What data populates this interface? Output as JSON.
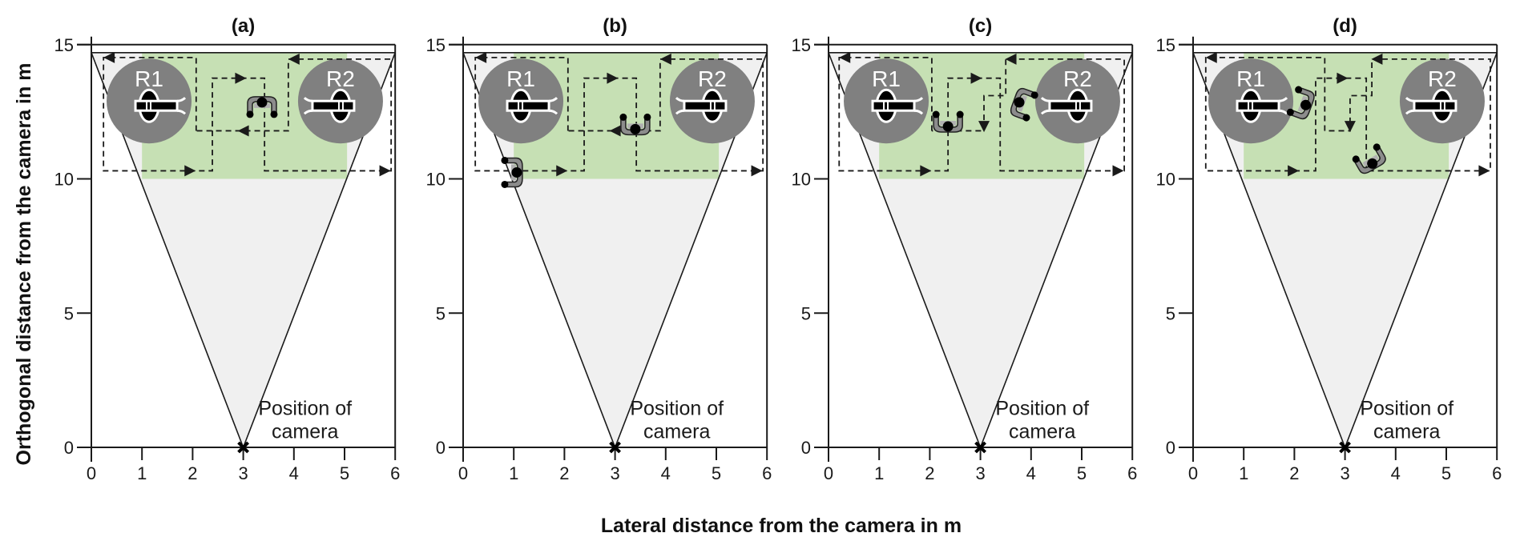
{
  "figure": {
    "xlabel": "Lateral distance from the camera in m",
    "ylabel": "Orthogonal distance from the camera in m",
    "colors": {
      "monitored_area": "#c6e0b4",
      "field_of_view": "#f0f0f0",
      "stationary_robot": "#808080",
      "mobile_robot_body": "#8c8c8c",
      "axis": "#1a1a1a",
      "path": "#1a1a1a"
    }
  },
  "chart_data": [
    {
      "type": "diagram",
      "title": "(a)",
      "xlim": [
        0,
        6
      ],
      "ylim": [
        0,
        15
      ],
      "xticks": [
        "0",
        "1",
        "2",
        "3",
        "4",
        "5",
        "6"
      ],
      "yticks": [
        "0",
        "5",
        "10",
        "15"
      ],
      "camera": {
        "x": 3,
        "y": 0,
        "label_line1": "Position of",
        "label_line2": "camera"
      },
      "field_of_view": {
        "apex": [
          3,
          0
        ],
        "top_y": 14.7,
        "top_x": [
          0,
          6
        ]
      },
      "monitored_area": {
        "x": [
          1,
          5.05
        ],
        "y": [
          10,
          14.7
        ]
      },
      "stationary_robots": [
        {
          "label": "R1",
          "x": 1.14,
          "y": 12.9,
          "gripper": "right"
        },
        {
          "label": "R2",
          "x": 4.92,
          "y": 12.9,
          "gripper": "left"
        }
      ],
      "mobile_robots": [
        {
          "x": 3.37,
          "y": 12.7,
          "heading_deg": 0
        }
      ],
      "path": [
        [
          2.07,
          11.79
        ],
        [
          2.07,
          14.52
        ],
        [
          0.24,
          14.52
        ],
        [
          0.24,
          10.3
        ],
        [
          2.39,
          10.3
        ],
        [
          2.39,
          13.75
        ],
        [
          3.42,
          13.75
        ],
        [
          3.42,
          10.3
        ],
        [
          5.92,
          10.3
        ],
        [
          5.92,
          14.46
        ],
        [
          3.89,
          14.46
        ],
        [
          3.89,
          11.79
        ],
        [
          2.07,
          11.79
        ]
      ],
      "arrows": [
        [
          0.35,
          14.52,
          "left"
        ],
        [
          1.95,
          10.3,
          "right"
        ],
        [
          2.95,
          13.75,
          "right"
        ],
        [
          5.8,
          10.3,
          "right"
        ],
        [
          4.0,
          14.46,
          "left"
        ],
        [
          3.0,
          11.79,
          "left"
        ]
      ]
    },
    {
      "type": "diagram",
      "title": "(b)",
      "xlim": [
        0,
        6
      ],
      "ylim": [
        0,
        15
      ],
      "xticks": [
        "0",
        "1",
        "2",
        "3",
        "4",
        "5",
        "6"
      ],
      "yticks": [
        "0",
        "5",
        "10",
        "15"
      ],
      "camera": {
        "x": 3,
        "y": 0,
        "label_line1": "Position of",
        "label_line2": "camera"
      },
      "field_of_view": {
        "apex": [
          3,
          0
        ],
        "top_y": 14.7,
        "top_x": [
          0,
          6
        ]
      },
      "monitored_area": {
        "x": [
          1,
          5.05
        ],
        "y": [
          10,
          14.7
        ]
      },
      "stationary_robots": [
        {
          "label": "R1",
          "x": 1.14,
          "y": 12.9,
          "gripper": "right"
        },
        {
          "label": "R2",
          "x": 4.92,
          "y": 12.9,
          "gripper": "left"
        }
      ],
      "mobile_robots": [
        {
          "x": 3.4,
          "y": 12.0,
          "heading_deg": 180
        },
        {
          "x": 0.98,
          "y": 10.24,
          "heading_deg": 90
        }
      ],
      "path": [
        [
          2.07,
          11.79
        ],
        [
          2.07,
          14.52
        ],
        [
          0.24,
          14.52
        ],
        [
          0.24,
          10.3
        ],
        [
          2.39,
          10.3
        ],
        [
          2.39,
          13.75
        ],
        [
          3.42,
          13.75
        ],
        [
          3.42,
          10.3
        ],
        [
          5.92,
          10.3
        ],
        [
          5.92,
          14.46
        ],
        [
          3.89,
          14.46
        ],
        [
          3.89,
          11.79
        ],
        [
          2.07,
          11.79
        ]
      ],
      "arrows": [
        [
          0.35,
          14.52,
          "left"
        ],
        [
          1.95,
          10.3,
          "right"
        ],
        [
          2.95,
          13.75,
          "right"
        ],
        [
          5.8,
          10.3,
          "right"
        ],
        [
          4.0,
          14.46,
          "left"
        ],
        [
          3.0,
          11.79,
          "left"
        ]
      ]
    },
    {
      "type": "diagram",
      "title": "(c)",
      "xlim": [
        0,
        6
      ],
      "ylim": [
        0,
        15
      ],
      "xticks": [
        "0",
        "1",
        "2",
        "3",
        "4",
        "5",
        "6"
      ],
      "yticks": [
        "0",
        "5",
        "10",
        "15"
      ],
      "camera": {
        "x": 3,
        "y": 0,
        "label_line1": "Position of",
        "label_line2": "camera"
      },
      "field_of_view": {
        "apex": [
          3,
          0
        ],
        "top_y": 14.7,
        "top_x": [
          0,
          6
        ]
      },
      "monitored_area": {
        "x": [
          1,
          5.05
        ],
        "y": [
          10,
          14.7
        ]
      },
      "stationary_robots": [
        {
          "label": "R1",
          "x": 1.14,
          "y": 12.9,
          "gripper": "right"
        },
        {
          "label": "R2",
          "x": 4.92,
          "y": 12.9,
          "gripper": "left"
        }
      ],
      "mobile_robots": [
        {
          "x": 2.36,
          "y": 12.1,
          "heading_deg": 180
        },
        {
          "x": 3.84,
          "y": 12.8,
          "heading_deg": -70
        }
      ],
      "path": [
        [
          2.04,
          11.79
        ],
        [
          2.04,
          14.52
        ],
        [
          0.21,
          14.52
        ],
        [
          0.21,
          10.3
        ],
        [
          2.36,
          10.3
        ],
        [
          2.36,
          13.75
        ],
        [
          3.39,
          13.75
        ],
        [
          3.39,
          10.3
        ],
        [
          5.84,
          10.3
        ],
        [
          5.84,
          14.46
        ],
        [
          3.5,
          14.46
        ],
        [
          3.5,
          13.1
        ],
        [
          3.07,
          13.1
        ],
        [
          3.07,
          11.79
        ],
        [
          2.04,
          11.79
        ]
      ],
      "arrows": [
        [
          0.32,
          14.52,
          "left"
        ],
        [
          1.92,
          10.3,
          "right"
        ],
        [
          2.92,
          13.75,
          "right"
        ],
        [
          5.72,
          10.3,
          "right"
        ],
        [
          3.6,
          14.46,
          "left"
        ],
        [
          3.07,
          11.95,
          "down"
        ]
      ]
    },
    {
      "type": "diagram",
      "title": "(d)",
      "xlim": [
        0,
        6
      ],
      "ylim": [
        0,
        15
      ],
      "xticks": [
        "0",
        "1",
        "2",
        "3",
        "4",
        "5",
        "6"
      ],
      "yticks": [
        "0",
        "5",
        "10",
        "15"
      ],
      "camera": {
        "x": 3,
        "y": 0,
        "label_line1": "Position of",
        "label_line2": "camera"
      },
      "field_of_view": {
        "apex": [
          3,
          0
        ],
        "top_y": 14.7,
        "top_x": [
          0,
          6
        ]
      },
      "monitored_area": {
        "x": [
          1,
          5.05
        ],
        "y": [
          10,
          14.7
        ]
      },
      "stationary_robots": [
        {
          "label": "R1",
          "x": 1.14,
          "y": 12.9,
          "gripper": "right"
        },
        {
          "label": "R2",
          "x": 4.92,
          "y": 12.9,
          "gripper": "left"
        }
      ],
      "mobile_robots": [
        {
          "x": 2.15,
          "y": 12.8,
          "heading_deg": 110
        },
        {
          "x": 3.5,
          "y": 10.7,
          "heading_deg": 150
        }
      ],
      "path": [
        [
          2.6,
          11.79
        ],
        [
          2.6,
          14.52
        ],
        [
          0.25,
          14.52
        ],
        [
          0.25,
          10.3
        ],
        [
          2.42,
          10.3
        ],
        [
          2.42,
          13.75
        ],
        [
          3.42,
          13.75
        ],
        [
          3.42,
          10.3
        ],
        [
          5.87,
          10.3
        ],
        [
          5.87,
          14.46
        ],
        [
          3.53,
          14.46
        ],
        [
          3.53,
          13.1
        ],
        [
          3.1,
          13.1
        ],
        [
          3.1,
          11.79
        ],
        [
          2.6,
          11.79
        ]
      ],
      "arrows": [
        [
          0.36,
          14.52,
          "left"
        ],
        [
          1.98,
          10.3,
          "right"
        ],
        [
          2.95,
          13.75,
          "right"
        ],
        [
          5.75,
          10.3,
          "right"
        ],
        [
          3.63,
          14.46,
          "left"
        ],
        [
          3.1,
          11.95,
          "down"
        ]
      ]
    }
  ]
}
